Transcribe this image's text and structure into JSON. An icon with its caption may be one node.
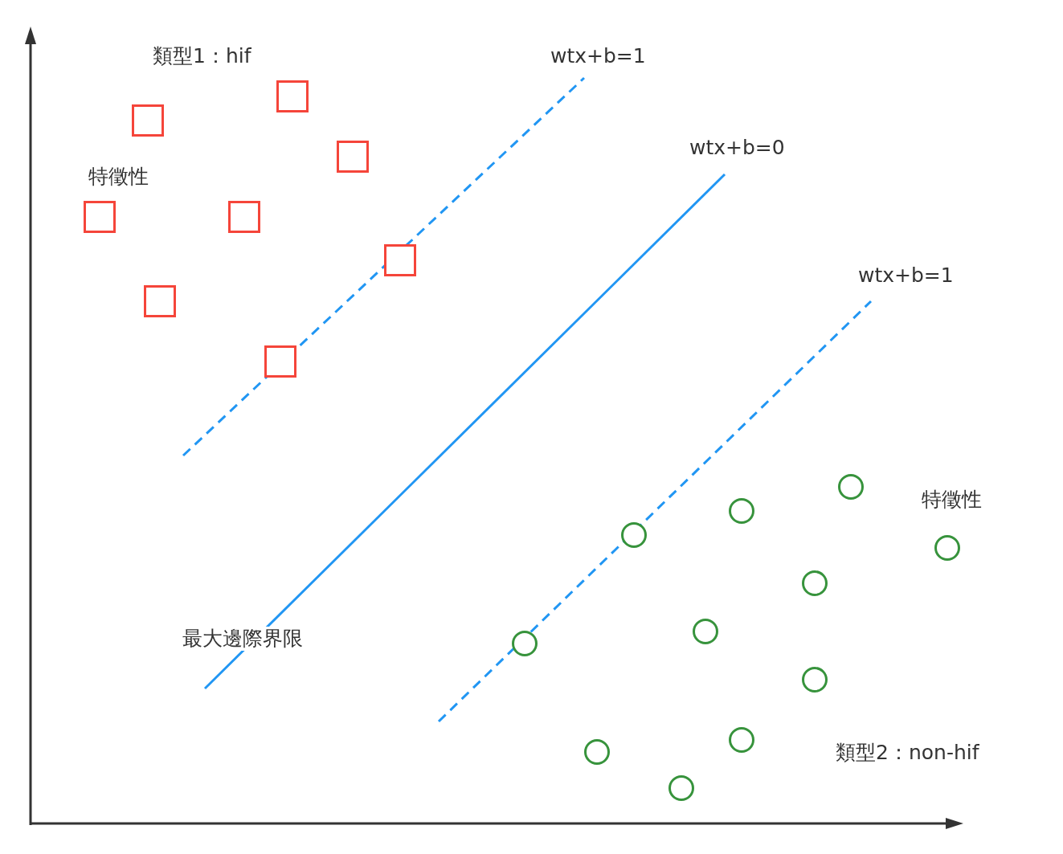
{
  "diagram": {
    "nodes": [
      {
        "text": [],
        "shape": "box"
      },
      {
        "text": [],
        "shape": "box"
      },
      {
        "text": [],
        "shape": "box"
      },
      {
        "text": [],
        "shape": "box"
      },
      {
        "text": [],
        "shape": "box"
      },
      {
        "text": [],
        "shape": "box"
      },
      {
        "text": [],
        "shape": "box"
      },
      {
        "text": [],
        "shape": "box"
      },
      {
        "text": [],
        "shape": "circle"
      },
      {
        "text": [],
        "shape": "circle"
      },
      {
        "text": [],
        "shape": "circle"
      },
      {
        "text": [],
        "shape": "circle"
      },
      {
        "text": [],
        "shape": "circle"
      },
      {
        "text": [],
        "shape": "circle"
      },
      {
        "text": [],
        "shape": "circle"
      },
      {
        "text": [],
        "shape": "circle"
      },
      {
        "text": [],
        "shape": "circle"
      },
      {
        "text": [],
        "shape": "circle"
      },
      {
        "text": [],
        "shape": "circle"
      }
    ],
    "labels": [
      "類型1：hif",
      "wtx+b=1",
      "wtx+b=0",
      "特徵性",
      "wtx+b=1",
      "特徵性",
      "最大邊際界限",
      "類型2：non-hif"
    ]
  }
}
